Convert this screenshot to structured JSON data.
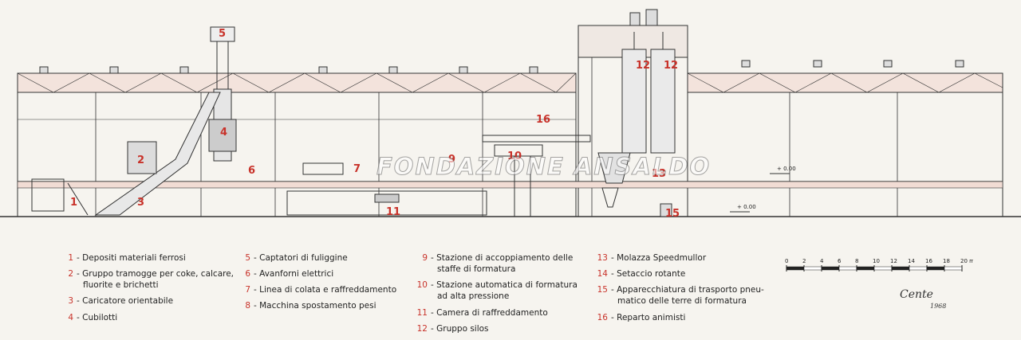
{
  "watermark": "FONDAZIONE ANSALDO",
  "markers": [
    "1",
    "2",
    "3",
    "4",
    "5",
    "6",
    "7",
    "9",
    "10",
    "11",
    "12",
    "12",
    "13",
    "15",
    "16"
  ],
  "legend_col1": [
    {
      "n": "1",
      "t": "- Depositi materiali ferrosi"
    },
    {
      "n": "2",
      "t": "- Gruppo tramogge per coke, calcare,"
    },
    {
      "n": "",
      "t": "fluorite e brichetti"
    },
    {
      "n": "3",
      "t": "- Caricatore orientabile"
    },
    {
      "n": "4",
      "t": "- Cubilotti"
    }
  ],
  "legend_col2": [
    {
      "n": "5",
      "t": "- Captatori di fuliggine"
    },
    {
      "n": "6",
      "t": "- Avanforni elettrici"
    },
    {
      "n": "7",
      "t": "- Linea di colata e raffreddamento"
    },
    {
      "n": "8",
      "t": "- Macchina spostamento pesi"
    }
  ],
  "legend_col3": [
    {
      "n": "9",
      "t": "- Stazione di accoppiamento delle"
    },
    {
      "n": "",
      "t": "staffe di formatura"
    },
    {
      "n": "10",
      "t": "- Stazione automatica di formatura"
    },
    {
      "n": "",
      "t": "ad alta pressione"
    },
    {
      "n": "11",
      "t": "- Camera di raffreddamento"
    },
    {
      "n": "12",
      "t": "- Gruppo silos"
    }
  ],
  "legend_col4": [
    {
      "n": "13",
      "t": "- Molazza Speedmullor"
    },
    {
      "n": "14",
      "t": "- Setaccio rotante"
    },
    {
      "n": "15",
      "t": "- Apparecchiatura di trasporto pneu-"
    },
    {
      "n": "",
      "t": "matico delle terre di formatura"
    },
    {
      "n": "16",
      "t": "- Reparto animisti"
    }
  ],
  "scale": {
    "ticks": [
      "0",
      "2",
      "4",
      "6",
      "8",
      "10",
      "12",
      "14",
      "16",
      "18",
      "20 m"
    ]
  },
  "signature": "Cente",
  "signature_year": "1968",
  "level_marks": [
    "+ 0.00",
    "+ 0.00"
  ]
}
